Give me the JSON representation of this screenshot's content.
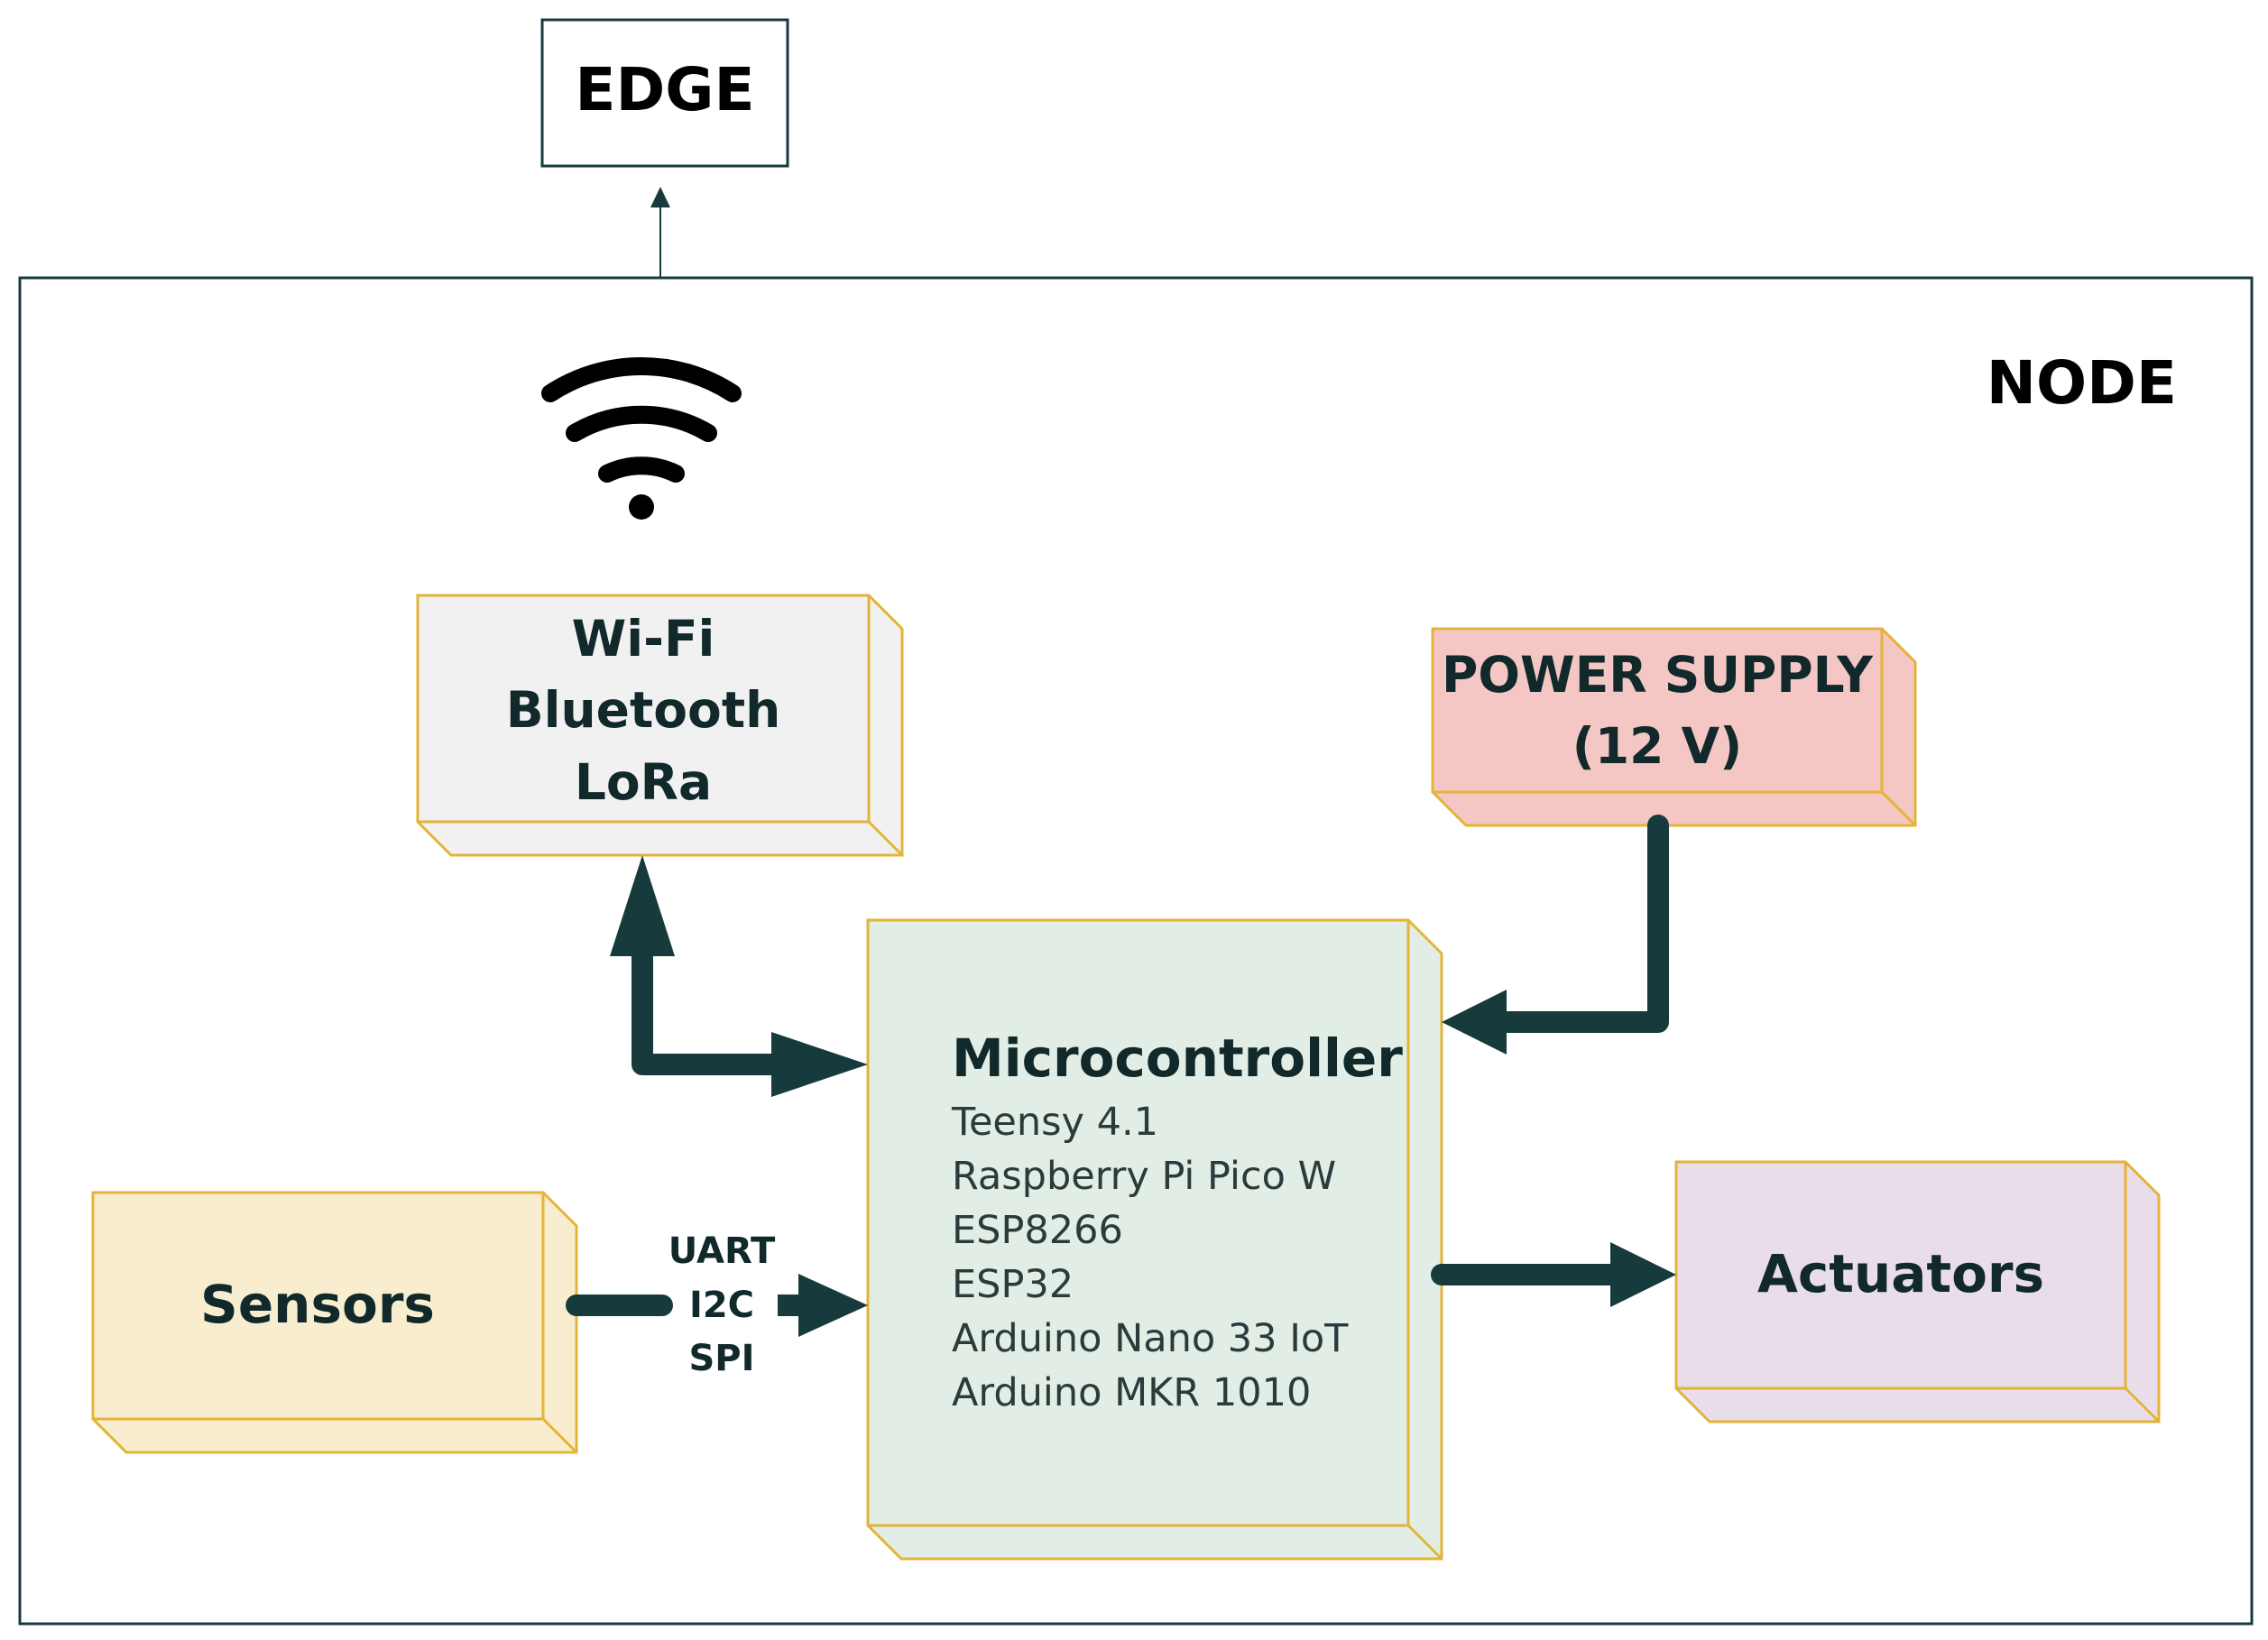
{
  "edge": {
    "label": "EDGE"
  },
  "node": {
    "label": "NODE"
  },
  "wireless": {
    "lines": [
      "Wi-Fi",
      "Bluetooth",
      "LoRa"
    ]
  },
  "power": {
    "lines": [
      "POWER SUPPLY",
      "(12 V)"
    ]
  },
  "microcontroller": {
    "title": "Microcontroller",
    "items": [
      "Teensy 4.1",
      "Raspberry Pi Pico W",
      "ESP8266",
      "ESP32",
      "Arduino Nano 33 IoT",
      "Arduino MKR 1010"
    ]
  },
  "sensors": {
    "label": "Sensors"
  },
  "actuators": {
    "label": "Actuators"
  },
  "bus": {
    "lines": [
      "UART",
      "I2C",
      "SPI"
    ]
  },
  "colors": {
    "dark": "#173b3c",
    "box_border": "#e3b437",
    "wireless_fill": "#f1f1f1",
    "power_fill": "#f4c7c5",
    "micro_fill": "#e2ede6",
    "sensors_fill": "#f8eecf",
    "actuators_fill": "#e8dde9"
  }
}
